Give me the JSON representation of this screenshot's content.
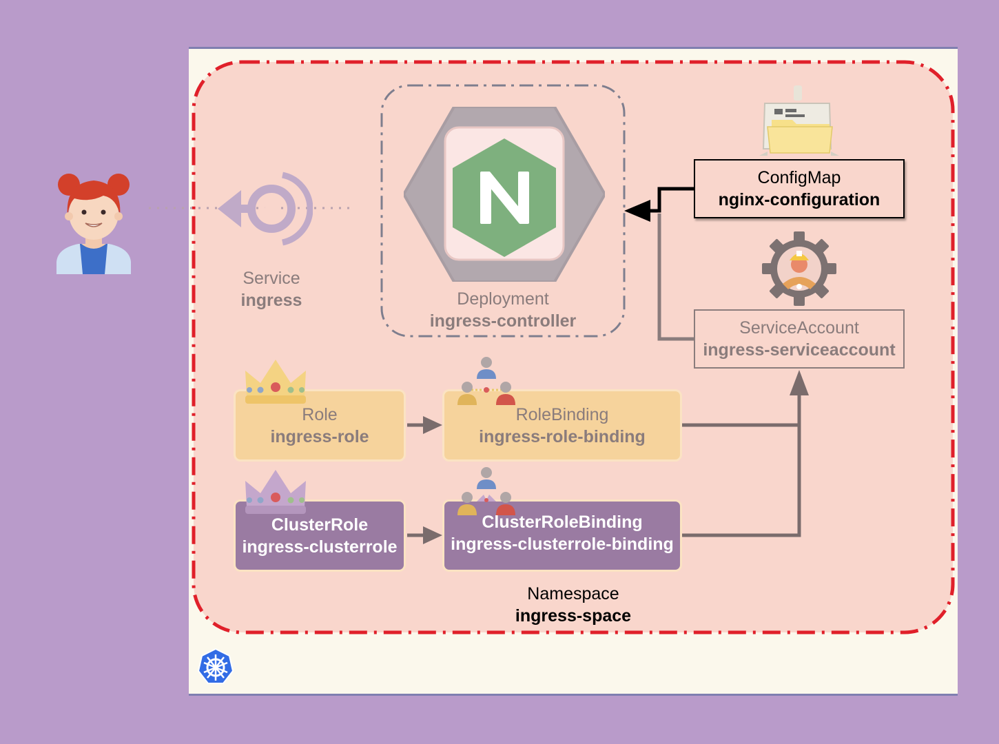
{
  "namespace": {
    "kind": "Namespace",
    "name": "ingress-space"
  },
  "service": {
    "kind": "Service",
    "name": "ingress"
  },
  "deployment": {
    "kind": "Deployment",
    "name": "ingress-controller",
    "logo_letter": "N"
  },
  "configmap": {
    "kind": "ConfigMap",
    "name": "nginx-configuration"
  },
  "serviceaccount": {
    "kind": "ServiceAccount",
    "name": "ingress-serviceaccount"
  },
  "role": {
    "kind": "Role",
    "name": "ingress-role"
  },
  "rolebinding": {
    "kind": "RoleBinding",
    "name": "ingress-role-binding"
  },
  "clusterrole": {
    "kind": "ClusterRole",
    "name": "ingress-clusterrole"
  },
  "clusterrolebinding": {
    "kind": "ClusterRoleBinding",
    "name": "ingress-clusterrole-binding"
  },
  "icons": [
    "user-avatar-icon",
    "service-icon",
    "nginx-logo-icon",
    "configmap-folder-icon",
    "serviceaccount-gear-icon",
    "role-crown-icon",
    "rolebinding-people-icon",
    "clusterrole-crown-icon",
    "clusterrolebinding-people-icon",
    "kubernetes-helm-icon"
  ],
  "colors": {
    "background": "#b99bca",
    "cluster": "#fbf8ec",
    "namespace_fill": "#f9d6cc",
    "namespace_border": "#e0202a",
    "role_fill": "#f6d39c",
    "clusterrole_fill": "#9a7ba2",
    "nginx_green": "#7eb07e",
    "kubernetes_blue": "#326ce5"
  }
}
